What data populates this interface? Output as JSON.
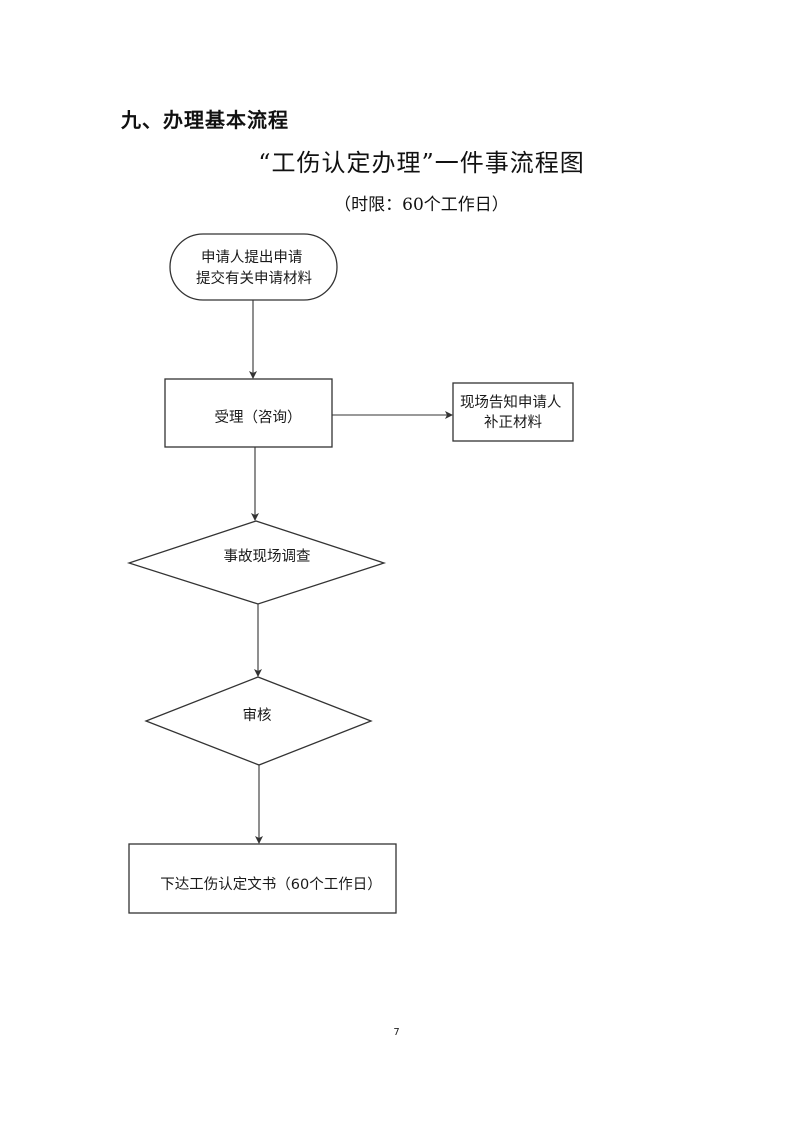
{
  "section_heading": "九、办理基本流程",
  "flowchart": {
    "title": "“工伤认定办理”一件事流程图",
    "time_limit": "（时限：60个工作日）",
    "nodes": {
      "start": {
        "shape": "rounded-terminal",
        "lines": [
          "申请人提出申请",
          "提交有关申请材料"
        ]
      },
      "accept": {
        "shape": "rectangle",
        "lines": [
          "受理（咨询）"
        ]
      },
      "supplement": {
        "shape": "rectangle",
        "lines": [
          "现场告知申请人",
          "补正材料"
        ]
      },
      "investigate": {
        "shape": "diamond",
        "lines": [
          "事故现场调查"
        ]
      },
      "review": {
        "shape": "diamond",
        "lines": [
          "审核"
        ]
      },
      "issue": {
        "shape": "rectangle",
        "lines": [
          "下达工伤认定文书（60个工作日）"
        ]
      }
    },
    "edges": [
      {
        "from": "start",
        "to": "accept"
      },
      {
        "from": "accept",
        "to": "supplement"
      },
      {
        "from": "accept",
        "to": "investigate"
      },
      {
        "from": "investigate",
        "to": "review"
      },
      {
        "from": "review",
        "to": "issue"
      }
    ]
  },
  "page_number": "7"
}
